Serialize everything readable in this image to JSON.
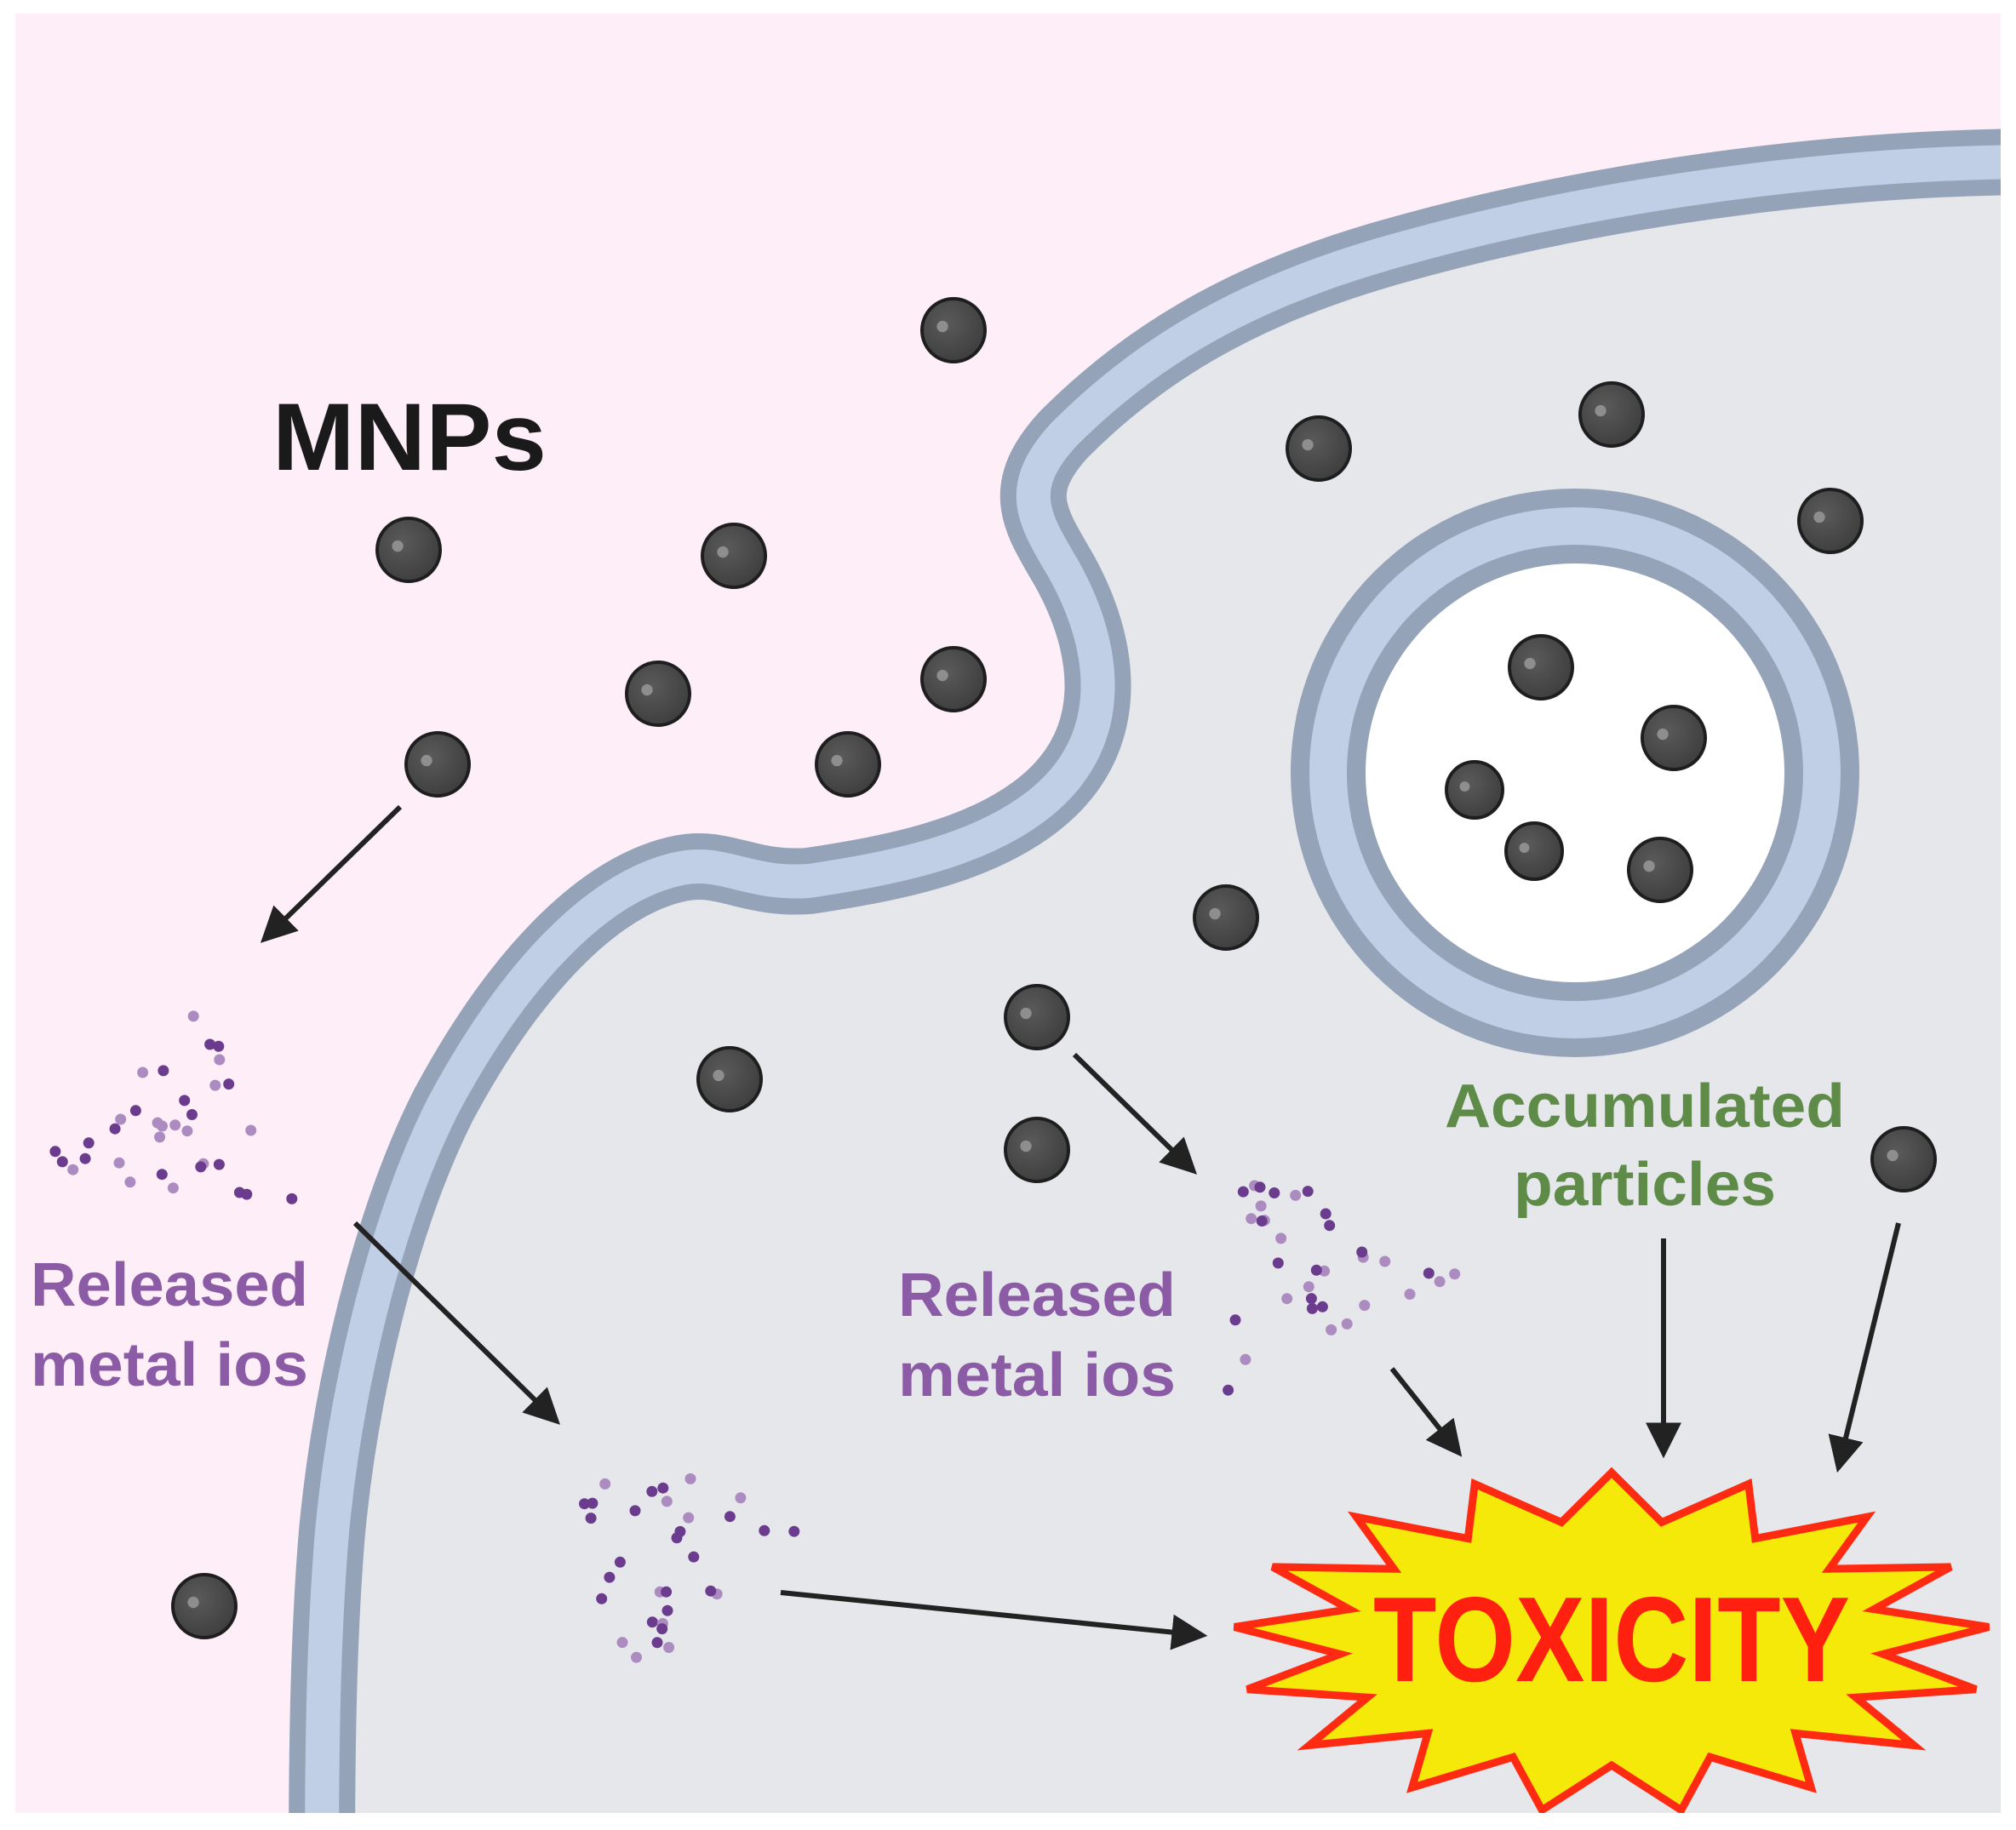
{
  "labels": {
    "mnps": "MNPs",
    "released_left_1": "Released",
    "released_left_2": "metal ios",
    "released_right_1": "Released",
    "released_right_2": "metal ios",
    "accumulated_1": "Accumulated",
    "accumulated_2": "particles",
    "toxicity": "TOXICITY"
  },
  "colors": {
    "extracellular": "#fdeef7",
    "cytoplasm": "#e6e7eb",
    "membrane_outer": "#95a3b8",
    "membrane_inner": "#c0cfe6",
    "vesicle_lumen": "#ffffff",
    "particle": "#454545",
    "ion_dark": "#6b3b8e",
    "ion_light": "#ac8bc0",
    "ion_label": "#8b5ba6",
    "accumulated_label": "#5e8c48",
    "burst_fill": "#f5e90a",
    "burst_stroke": "#ff2a12",
    "toxicity_text": "#ff2010",
    "arrow": "#222222",
    "mnps_text": "#1a1a1a"
  },
  "icons": {
    "particle": "nanoparticle-sphere-icon",
    "ions": "metal-ion-cloud-icon",
    "burst": "explosion-burst-icon"
  }
}
